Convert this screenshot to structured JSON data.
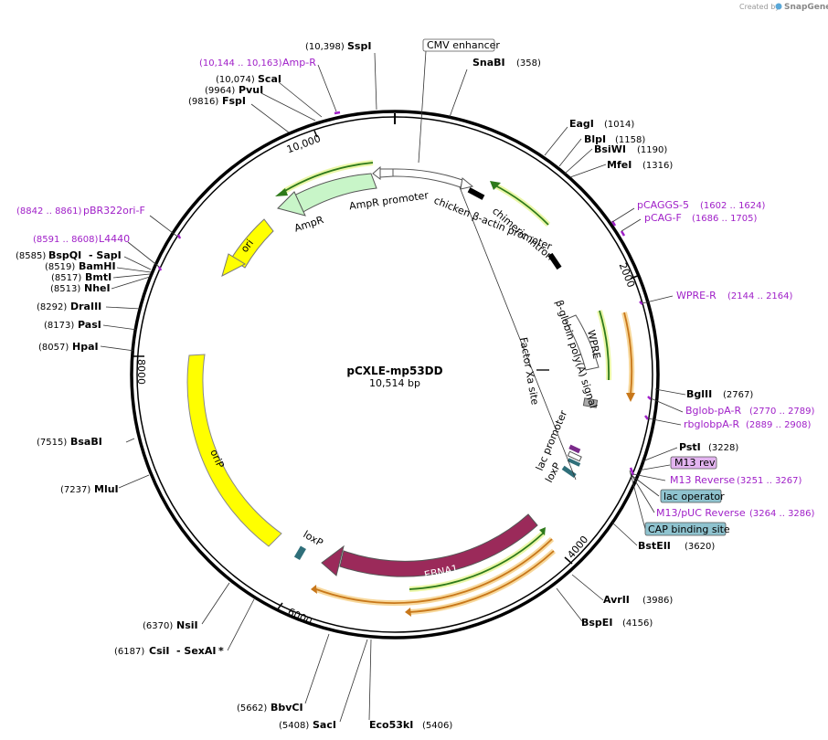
{
  "plasmid": {
    "name": "pCXLE-mp53DD",
    "length": "10,514 bp"
  },
  "credit": {
    "prefix": "Created by",
    "brand": "SnapGene"
  },
  "ticks": [
    "2000",
    "4000",
    "6000",
    "8000",
    "10,000"
  ],
  "enzymes": {
    "sspi": {
      "name": "SspI",
      "pos": "(10,398)"
    },
    "snabi": {
      "name": "SnaBI",
      "pos": "(358)"
    },
    "scai": {
      "name": "ScaI",
      "pos": "(10,074)"
    },
    "pvui": {
      "name": "PvuI",
      "pos": "(9964)"
    },
    "fspi": {
      "name": "FspI",
      "pos": "(9816)"
    },
    "eagi": {
      "name": "EagI",
      "pos": "(1014)"
    },
    "blpi": {
      "name": "BlpI",
      "pos": "(1158)"
    },
    "bsiwi": {
      "name": "BsiWI",
      "pos": "(1190)"
    },
    "mfei": {
      "name": "MfeI",
      "pos": "(1316)"
    },
    "bspqi": {
      "name": "BspQI",
      "pos": "(8585)",
      "extra": "- SapI"
    },
    "bamhi": {
      "name": "BamHI",
      "pos": "(8519)"
    },
    "bmti": {
      "name": "BmtI",
      "pos": "(8517)"
    },
    "nhei": {
      "name": "NheI",
      "pos": "(8513)"
    },
    "draiii": {
      "name": "DraIII",
      "pos": "(8292)"
    },
    "pasi": {
      "name": "PasI",
      "pos": "(8173)"
    },
    "hpai": {
      "name": "HpaI",
      "pos": "(8057)"
    },
    "bglii": {
      "name": "BglII",
      "pos": "(2767)"
    },
    "psti": {
      "name": "PstI",
      "pos": "(3228)"
    },
    "bsabi": {
      "name": "BsaBI",
      "pos": "(7515)"
    },
    "mlui": {
      "name": "MluI",
      "pos": "(7237)"
    },
    "bsteii": {
      "name": "BstEII",
      "pos": "(3620)"
    },
    "avrii": {
      "name": "AvrII",
      "pos": "(3986)"
    },
    "bspei": {
      "name": "BspEI",
      "pos": "(4156)"
    },
    "nsii": {
      "name": "NsiI",
      "pos": "(6370)"
    },
    "csii": {
      "name": "CsiI",
      "pos": "(6187)",
      "extra": "- SexAI",
      "star": "*"
    },
    "bbvci": {
      "name": "BbvCI",
      "pos": "(5662)"
    },
    "saci": {
      "name": "SacI",
      "pos": "(5408)"
    },
    "eco53ki": {
      "name": "Eco53kI",
      "pos": "(5406)"
    }
  },
  "primers": {
    "ampr": {
      "name": "Amp-R",
      "pos": "(10,144 .. 10,163)"
    },
    "pbr322": {
      "name": "pBR322ori-F",
      "pos": "(8842 .. 8861)"
    },
    "l4440": {
      "name": "L4440",
      "pos": "(8591 .. 8608)"
    },
    "pcaggs5": {
      "name": "pCAGGS-5",
      "pos": "(1602 .. 1624)"
    },
    "pcagf": {
      "name": "pCAG-F",
      "pos": "(1686 .. 1705)"
    },
    "wprer": {
      "name": "WPRE-R",
      "pos": "(2144 .. 2164)"
    },
    "bglobpar": {
      "name": "Bglob-pA-R",
      "pos": "(2770 .. 2789)"
    },
    "rbglobpar": {
      "name": "rbglobpA-R",
      "pos": "(2889 .. 2908)"
    },
    "m13rev_box": {
      "name": "M13 rev"
    },
    "m13reverse": {
      "name": "M13 Reverse",
      "pos": "(3251 .. 3267)"
    },
    "m13puc": {
      "name": "M13/pUC Reverse",
      "pos": "(3264 .. 3286)"
    }
  },
  "boxed": {
    "cmv": "CMV enhancer",
    "lacop": "lac operator",
    "cap": "CAP binding site"
  },
  "features": {
    "amprpromoter": "AmpR promoter",
    "ampr": "AmpR",
    "ori": "ori",
    "chickenactin": "chicken β-actin promoter",
    "chimericintron": "chimeric intron",
    "betaglobin": "β-globin poly(A) signal",
    "wpre": "WPRE",
    "factorxa": "Factor Xa site",
    "lacpromoter": "lac promoter",
    "loxp1": "loxP",
    "loxp2": "loxP",
    "orip": "oriP",
    "ebna1": "EBNA1"
  },
  "colors": {
    "ampr_fill": "#c8f5c8",
    "ori_fill": "#ffff00",
    "ebna1_fill": "#9b2a5a",
    "primer": "#a020c8",
    "lacop_box": "#8fc3cf",
    "m13rev_box": "#e3b4f0",
    "green_arc": "#3a8a1a",
    "orange_arc": "#c8771a"
  }
}
